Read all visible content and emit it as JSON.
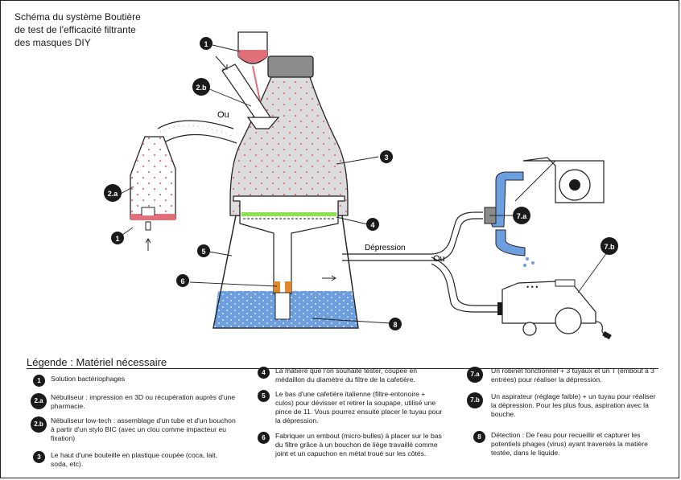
{
  "title": [
    "Schéma du système Boutière",
    "de test de l'efficacité filtrante",
    "des masques DIY"
  ],
  "diagram": {
    "label_ou_top": "Ou",
    "label_ou_right": "Ou",
    "label_depression": "Dépression",
    "arrow_right": "→",
    "arrow_up": "↑",
    "badges": {
      "b1_top": "1",
      "b2b": "2.b",
      "b3": "3",
      "b2a": "2.a",
      "b1_bottom": "1",
      "b4": "4",
      "b5": "5",
      "b6": "6",
      "b8": "8",
      "b7a": "7.a",
      "b7b": "7.b"
    }
  },
  "colors": {
    "liquid_pink": "#e06f7a",
    "water_blue": "#6d9fe0",
    "bottle_grey": "#dcdcdc",
    "cap_grey": "#8c8c8c",
    "filter_green": "#8be14e",
    "cork_orange": "#e0882b",
    "badge_black": "#1a1a1a"
  },
  "legend": {
    "title": "Légende : Matériel nécessaire",
    "items": [
      {
        "badge": "1",
        "text": "Solution bactériophages"
      },
      {
        "badge": "2.a",
        "text": "Nébuliseur : impression en 3D ou récupération auprès d'une pharmacie."
      },
      {
        "badge": "2.b",
        "text": "Nébuliseur low-tech : assemblage d'un tube et d'un bouchon à partir d'un stylo BIC (avec un clou comme impacteur eu fixation)"
      },
      {
        "badge": "3",
        "text": "Le haut d'une bouteille en plastique coupée (coca, lait, soda, etc)."
      },
      {
        "badge": "4",
        "text": "La matière que l'on souhaite tester, coupée en médaillon du diamètre du filtre de la cafetière."
      },
      {
        "badge": "5",
        "text": "Le bas d'une cafetière italienne (filtre-entonoire + culos) pour dévisser et retirer la soupape, utilisé une pince de 11. Vous pourrez ensuite placer le tuyau pour la dépression."
      },
      {
        "badge": "6",
        "text": "Fabriquer un embout (micro-bulles) à placer sur le bas du filtre grâce à un bouchon de liège travaillé comme joint et un capuchon en métal troué sur les côtés."
      },
      {
        "badge": "7.a",
        "text": "Un robinet fonctionnel + 3 tuyaux et un T (embout à 3 entrées) pour réaliser la dépression."
      },
      {
        "badge": "7.b",
        "text": "Un aspirateur (réglage faible) + un tuyau pour réaliser la dépression. Pour les plus fous, aspiration avec la bouche."
      },
      {
        "badge": "8",
        "text": "Détection : De l'eau pour recueillir et capturer les potentiels phages (virus) ayant traversés la matière testée, dans le liquide."
      }
    ]
  }
}
